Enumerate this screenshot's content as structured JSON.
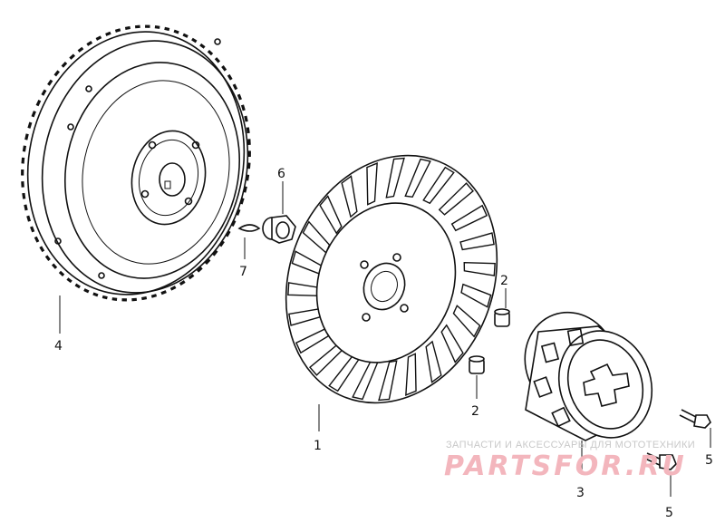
{
  "callouts": {
    "flywheel": "4",
    "fan": "1",
    "pin_upper": "2",
    "pin_lower": "2",
    "nut": "6",
    "key": "7",
    "starter_cup": "3",
    "bolt_upper": "5",
    "bolt_lower": "5"
  },
  "watermark": {
    "tagline": "ЗАПЧАСТИ И АКСЕССУАРЫ ДЛЯ МОТОТЕХНИКИ",
    "logo": "PARTSFOR.RU"
  },
  "colors": {
    "line": "#111111",
    "background": "#ffffff",
    "watermark_logo": "#f3b6bd",
    "watermark_text": "#c8c8c8"
  }
}
